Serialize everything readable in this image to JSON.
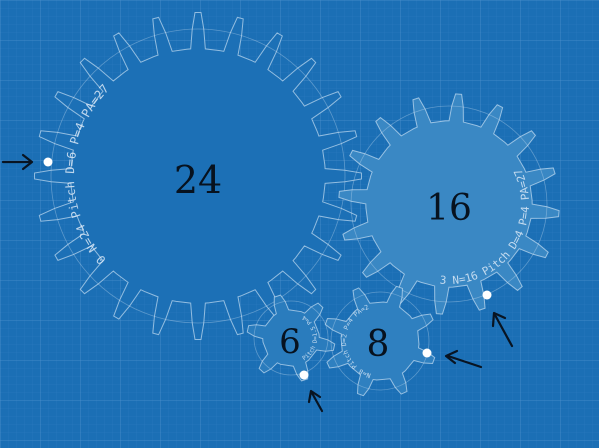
{
  "colors": {
    "background": "#1b6fb5",
    "grid_minor": "#3a86c6",
    "grid_major": "#5a9ad2",
    "gear_fill": "#1c70b6",
    "gear_fill_light": "#3a88c4",
    "gear_outline": "#d3e6f7",
    "arrow": "#081422",
    "marker": "#ffffff"
  },
  "gears": [
    {
      "id": "gear-24",
      "teeth": 24,
      "label": "24",
      "spec": "0 N=24 Pitch D=6 P=4 PA=27"
    },
    {
      "id": "gear-16",
      "teeth": 16,
      "label": "16",
      "spec": "3 N=16 Pitch D=4 P=4 PA=27"
    },
    {
      "id": "gear-6",
      "teeth": 6,
      "label": "6",
      "spec": "1 N=6 Pitch D=1.5 P=4 PA=27"
    },
    {
      "id": "gear-8",
      "teeth": 8,
      "label": "8",
      "spec": "2 N=8 Pitch D=2 P=4 PA=27"
    }
  ],
  "icons": {
    "marker": "marker-dot-icon",
    "arrow": "arrow-icon"
  }
}
